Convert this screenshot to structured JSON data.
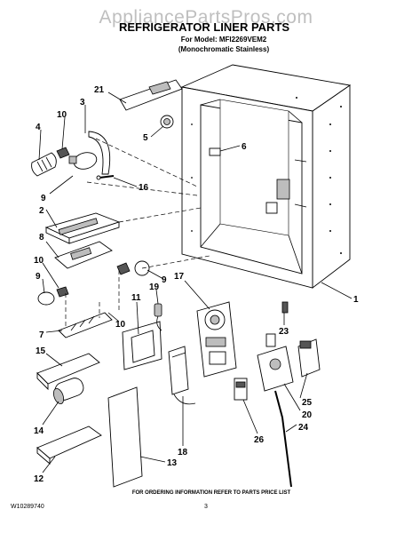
{
  "watermark": "AppliancePartsPros.com",
  "header": {
    "title": "REFRIGERATOR LINER PARTS",
    "model_line": "For Model: MFI2269VEM2",
    "finish_line": "(Monochromatic Stainless)"
  },
  "callouts": [
    "21",
    "3",
    "10",
    "4",
    "5",
    "6",
    "9",
    "16",
    "2",
    "8",
    "10",
    "9",
    "9",
    "10",
    "17",
    "11",
    "19",
    "1",
    "7",
    "23",
    "15",
    "25",
    "14",
    "20",
    "24",
    "26",
    "18",
    "13",
    "12"
  ],
  "footer": {
    "ordering_note": "FOR ORDERING INFORMATION REFER TO PARTS PRICE LIST",
    "doc_number": "W10289740",
    "page_number": "3"
  }
}
